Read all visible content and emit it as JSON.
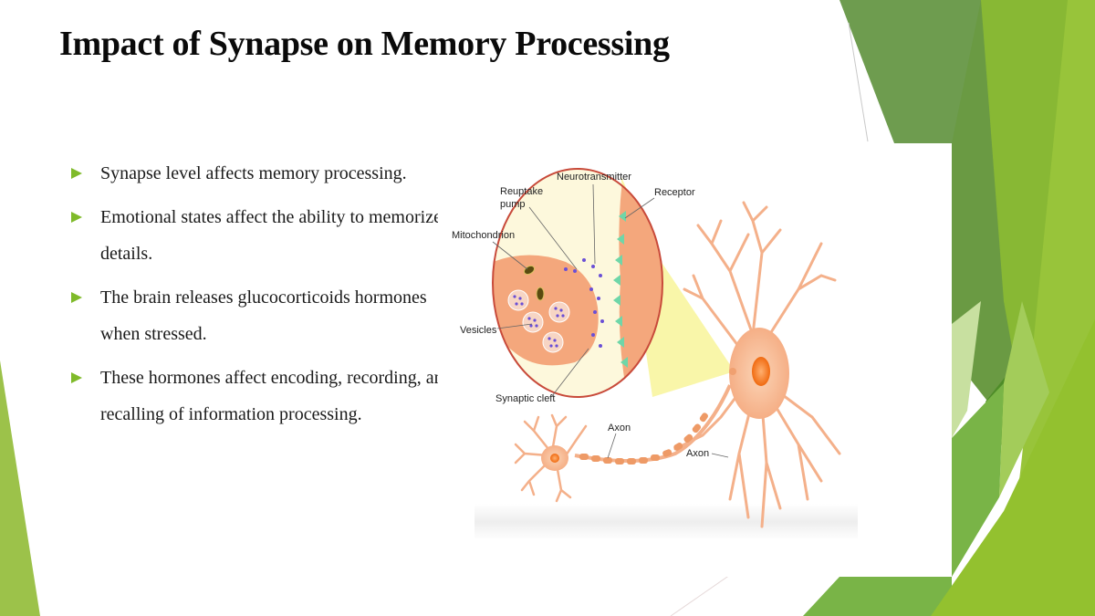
{
  "slide": {
    "title": "Impact of Synapse on Memory Processing",
    "bullets": [
      {
        "text": "Synapse level affects memory processing."
      },
      {
        "text": "Emotional states affect the ability to memorize details."
      },
      {
        "text": "The brain releases glucocorticoids hormones when stressed."
      },
      {
        "text": "These hormones affect encoding, recording, and recalling of information processing."
      }
    ]
  },
  "figure": {
    "labels": {
      "neurotransmitter": "Neurotransmitter",
      "reuptake_pump_line1": "Reuptake",
      "reuptake_pump_line2": "pump",
      "receptor": "Receptor",
      "mitochondrion": "Mitochondrion",
      "vesicles": "Vesicles",
      "synaptic_cleft": "Synaptic cleft",
      "axon_left": "Axon",
      "axon_right": "Axon"
    }
  },
  "theme": {
    "accent": "#7fba2a",
    "green_dark": "#6a9a45",
    "green_mid": "#7ab648",
    "green_light": "#95c12f",
    "neuron_color": "#f4a77c",
    "receptor_color": "#6fd6a8",
    "vesicle_dot_color": "#6a4fd6"
  }
}
